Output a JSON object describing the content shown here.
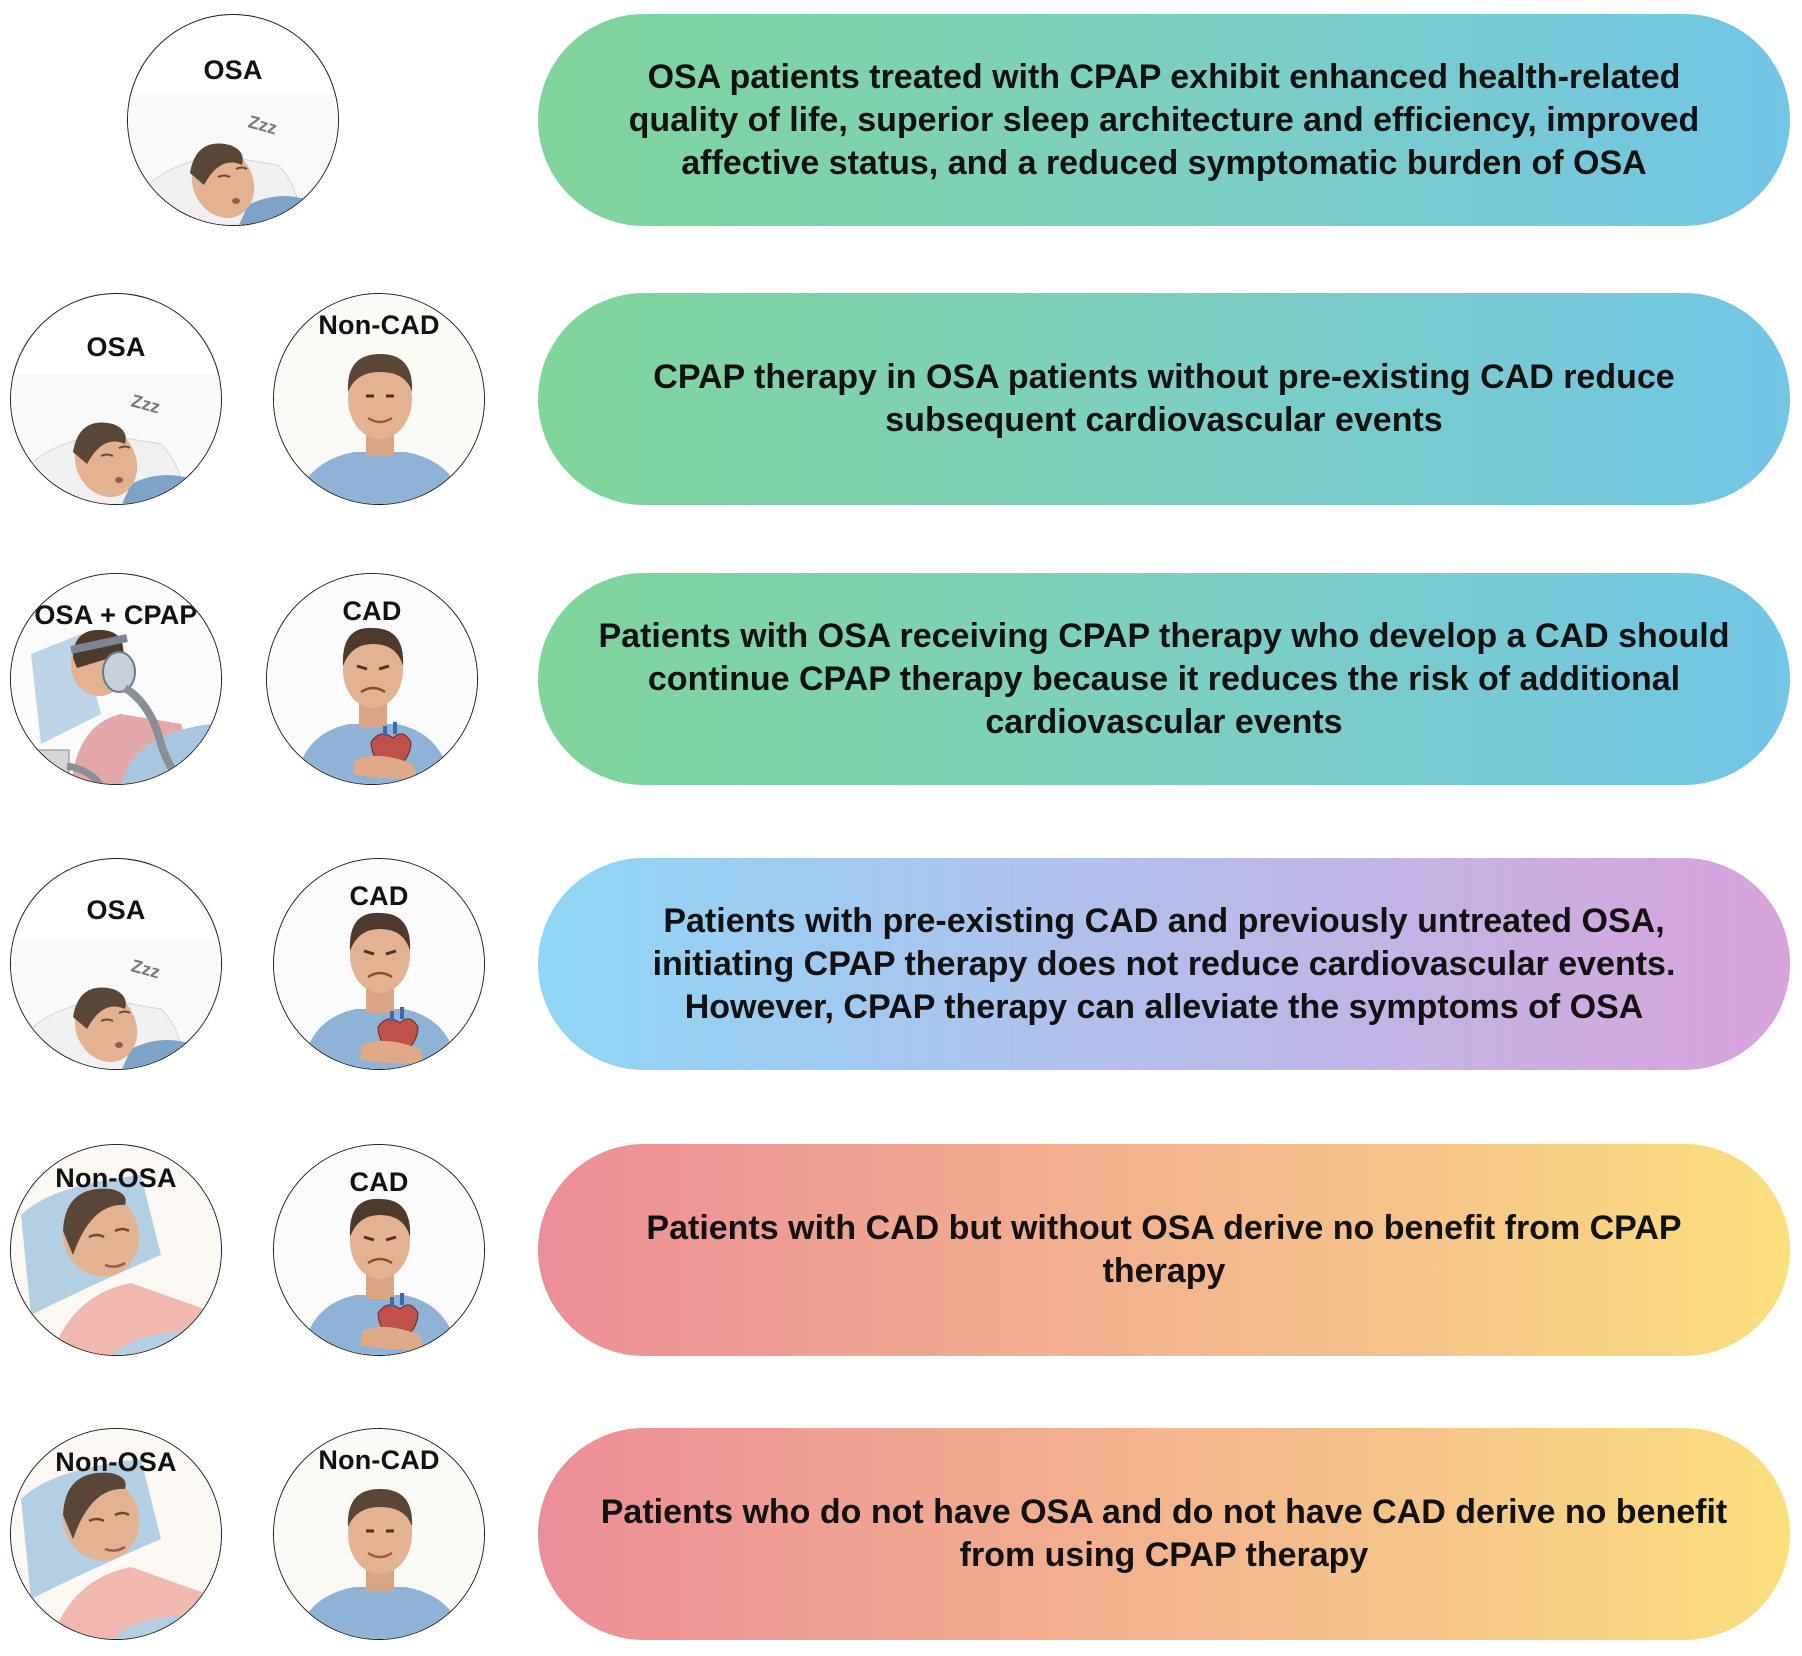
{
  "rows": [
    {
      "circles": [
        {
          "label": "OSA",
          "icon": "sleeping-man-snoring"
        }
      ],
      "statement": "OSA patients treated with CPAP exhibit enhanced health-related quality of life, superior sleep architecture and efficiency, improved affective status, and a reduced symptomatic burden of OSA",
      "theme": "green-blue"
    },
    {
      "circles": [
        {
          "label": "OSA",
          "icon": "sleeping-man-snoring"
        },
        {
          "label": "Non-CAD",
          "icon": "healthy-man-smiling"
        }
      ],
      "statement": "CPAP therapy in OSA patients without pre-existing CAD reduce subsequent cardiovascular events",
      "theme": "green-blue"
    },
    {
      "circles": [
        {
          "label": "OSA + CPAP",
          "icon": "man-with-cpap-mask"
        },
        {
          "label": "CAD",
          "icon": "man-chest-pain-heart"
        }
      ],
      "statement": "Patients with OSA receiving CPAP therapy who develop a CAD should continue CPAP therapy because it reduces the risk of additional cardiovascular events",
      "theme": "green-blue"
    },
    {
      "circles": [
        {
          "label": "OSA",
          "icon": "sleeping-man-snoring"
        },
        {
          "label": "CAD",
          "icon": "man-chest-pain-heart"
        }
      ],
      "statement": "Patients with pre-existing CAD and previously untreated OSA, initiating CPAP therapy does not reduce cardiovascular events. However, CPAP therapy can alleviate the symptoms of OSA",
      "theme": "blue-purple"
    },
    {
      "circles": [
        {
          "label": "Non-OSA",
          "icon": "sleeping-man-peaceful"
        },
        {
          "label": "CAD",
          "icon": "man-chest-pain-heart"
        }
      ],
      "statement": "Patients with CAD but without OSA derive no benefit from CPAP therapy",
      "theme": "pink-yellow"
    },
    {
      "circles": [
        {
          "label": "Non-OSA",
          "icon": "sleeping-man-peaceful"
        },
        {
          "label": "Non-CAD",
          "icon": "healthy-man-smiling"
        }
      ],
      "statement": "Patients who do not have OSA and do not have CAD derive no benefit from using CPAP therapy",
      "theme": "pink-yellow"
    }
  ],
  "icon_text": {
    "zzz": "Zzz"
  },
  "colors": {
    "green_blue": [
      "#7fd59a",
      "#72c6e6"
    ],
    "blue_purple": [
      "#8ed6f5",
      "#d9a3dc"
    ],
    "pink_yellow": [
      "#ec8e98",
      "#fbe07e"
    ],
    "shirt_blue": "#8fb3d6",
    "shirt_pink": "#eab4ae",
    "skin": "#e2b291",
    "hair": "#5a4636"
  }
}
